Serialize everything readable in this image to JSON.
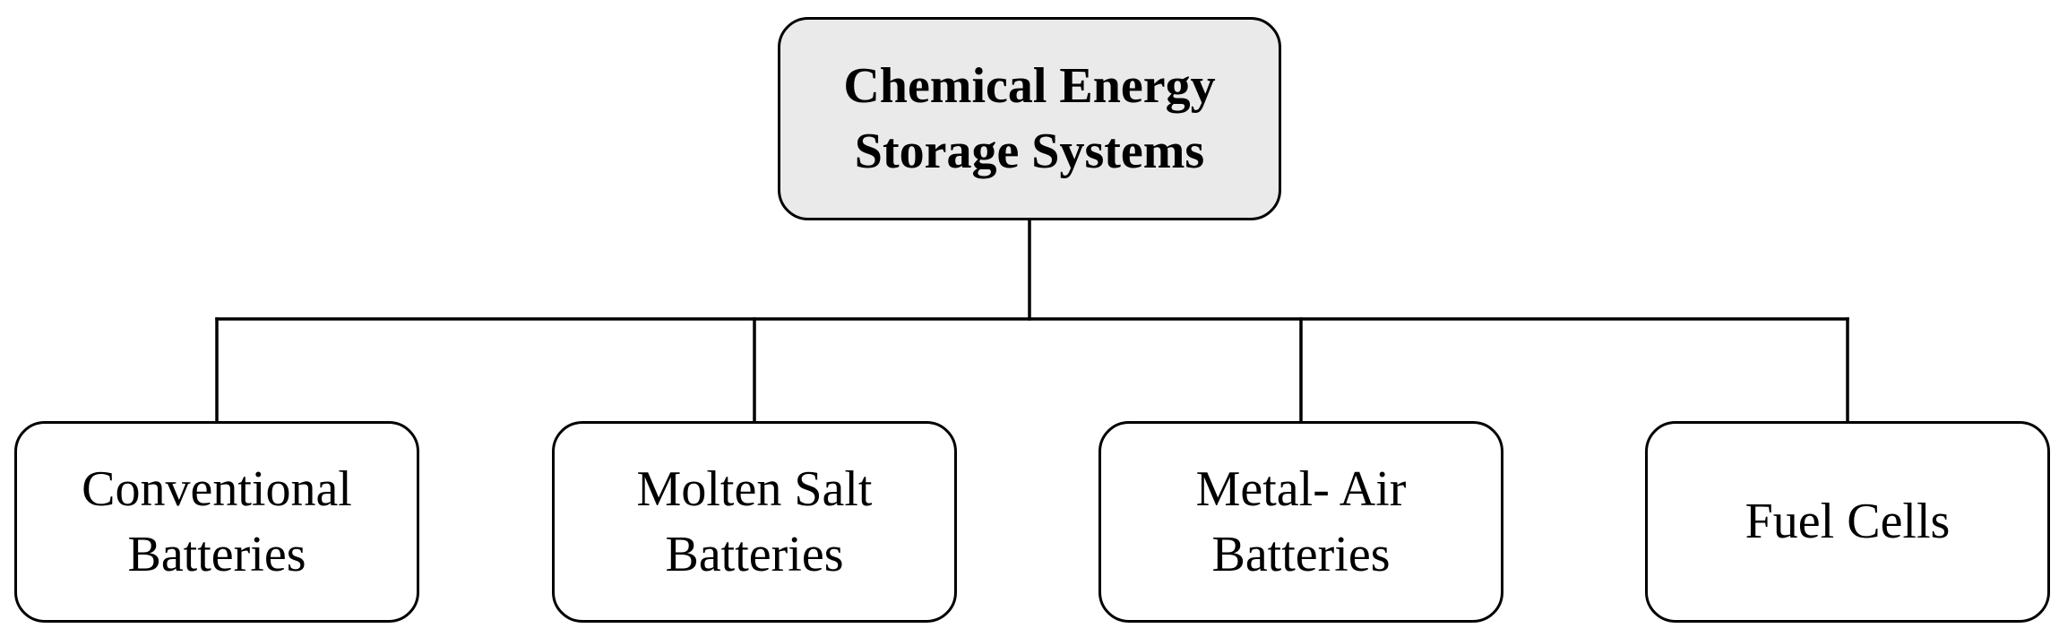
{
  "root": {
    "lines": [
      "Chemical Energy",
      "Storage Systems"
    ]
  },
  "children": [
    {
      "lines": [
        "Conventional",
        "Batteries"
      ]
    },
    {
      "lines": [
        "Molten Salt",
        "Batteries"
      ]
    },
    {
      "lines": [
        "Metal- Air",
        "Batteries"
      ]
    },
    {
      "lines": [
        "Fuel Cells"
      ]
    }
  ],
  "colors": {
    "root_fill": "#eaeaea",
    "child_fill": "#ffffff",
    "stroke": "#000000"
  }
}
